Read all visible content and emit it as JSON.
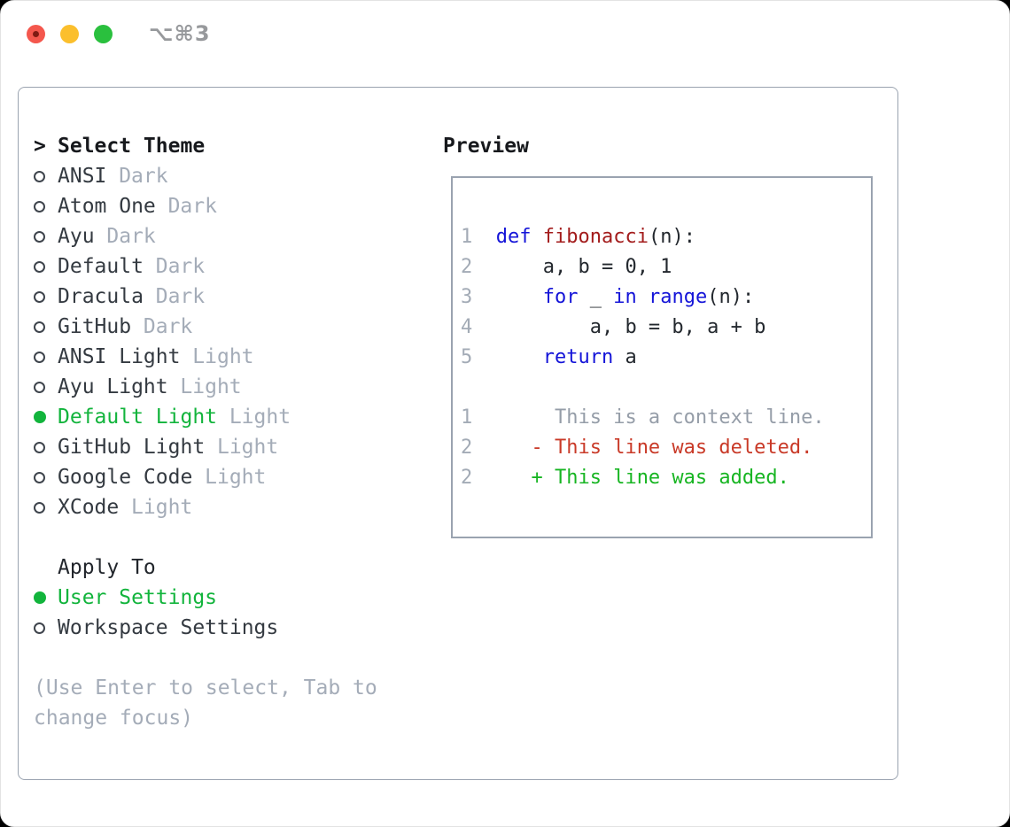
{
  "titlebar": {
    "title": "⌥⌘3"
  },
  "colors": {
    "accent_green": "#12b43c",
    "keyword_blue": "#1414d8",
    "function_red": "#a31c1c",
    "deleted_red": "#c93a28",
    "added_green": "#17b522",
    "muted_gray": "#a4acb8",
    "border_gray": "#9aa3b0",
    "window_control_red": "#f4574d",
    "window_control_yellow": "#fbbf2d",
    "window_control_green": "#2ac03e"
  },
  "theme_select": {
    "prompt": ">",
    "title": "Select Theme",
    "items": [
      {
        "label": "ANSI",
        "tag": "Dark",
        "selected": false
      },
      {
        "label": "Atom One",
        "tag": "Dark",
        "selected": false
      },
      {
        "label": "Ayu",
        "tag": "Dark",
        "selected": false
      },
      {
        "label": "Default",
        "tag": "Dark",
        "selected": false
      },
      {
        "label": "Dracula",
        "tag": "Dark",
        "selected": false
      },
      {
        "label": "GitHub",
        "tag": "Dark",
        "selected": false
      },
      {
        "label": "ANSI Light",
        "tag": "Light",
        "selected": false
      },
      {
        "label": "Ayu Light",
        "tag": "Light",
        "selected": false
      },
      {
        "label": "Default Light",
        "tag": "Light",
        "selected": true
      },
      {
        "label": "GitHub Light",
        "tag": "Light",
        "selected": false
      },
      {
        "label": "Google Code",
        "tag": "Light",
        "selected": false
      },
      {
        "label": "XCode",
        "tag": "Light",
        "selected": false
      }
    ]
  },
  "apply_to": {
    "title": "Apply To",
    "options": [
      {
        "label": "User Settings",
        "selected": true
      },
      {
        "label": "Workspace Settings",
        "selected": false
      }
    ]
  },
  "help_text": "(Use Enter to select, Tab to change focus)",
  "preview": {
    "title": "Preview",
    "code_lines": [
      {
        "num": "1",
        "tokens": [
          {
            "type": "keyword",
            "text": "def"
          },
          {
            "type": "plain",
            "text": " "
          },
          {
            "type": "function",
            "text": "fibonacci"
          },
          {
            "type": "plain",
            "text": "(n):"
          }
        ]
      },
      {
        "num": "2",
        "tokens": [
          {
            "type": "plain",
            "text": "    a, b = 0, 1"
          }
        ]
      },
      {
        "num": "3",
        "tokens": [
          {
            "type": "plain",
            "text": "    "
          },
          {
            "type": "keyword",
            "text": "for"
          },
          {
            "type": "plain",
            "text": " _ "
          },
          {
            "type": "keyword",
            "text": "in"
          },
          {
            "type": "plain",
            "text": " "
          },
          {
            "type": "keyword",
            "text": "range"
          },
          {
            "type": "plain",
            "text": "(n):"
          }
        ]
      },
      {
        "num": "4",
        "tokens": [
          {
            "type": "plain",
            "text": "        a, b = b, a + b"
          }
        ]
      },
      {
        "num": "5",
        "tokens": [
          {
            "type": "plain",
            "text": "    "
          },
          {
            "type": "keyword",
            "text": "return"
          },
          {
            "type": "plain",
            "text": " a"
          }
        ]
      }
    ],
    "diff_lines": [
      {
        "num": "1",
        "type": "context",
        "text": "     This is a context line."
      },
      {
        "num": "2",
        "type": "deleted",
        "text": "   - This line was deleted."
      },
      {
        "num": "2",
        "type": "added",
        "text": "   + This line was added."
      }
    ]
  }
}
